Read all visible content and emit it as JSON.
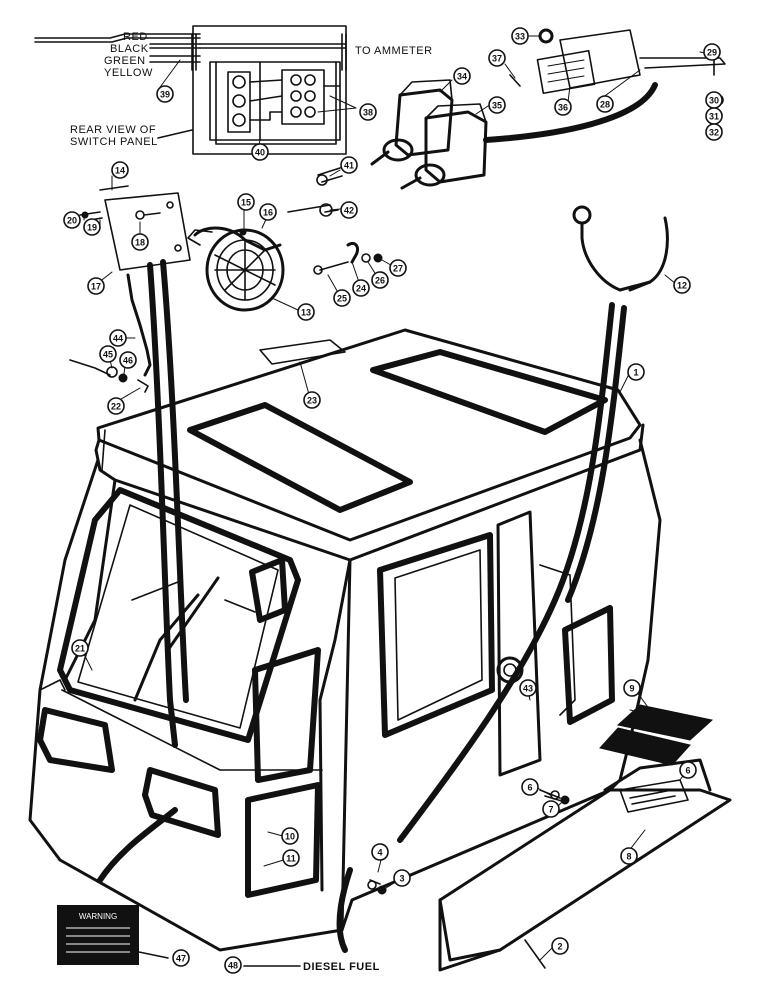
{
  "wire_labels": {
    "red": "RED",
    "black": "BLACK",
    "green": "GREEN",
    "yellow": "YELLOW",
    "to_ammeter": "TO AMMETER"
  },
  "switch_panel_label": {
    "line1": "REAR VIEW OF",
    "line2": "SWITCH PANEL"
  },
  "diesel_fuel_label": "DIESEL FUEL",
  "warning_decal": {
    "title": "WARNING"
  },
  "callouts": [
    {
      "id": "39",
      "text": "39"
    },
    {
      "id": "38",
      "text": "38"
    },
    {
      "id": "40",
      "text": "40"
    },
    {
      "id": "33",
      "text": "33"
    },
    {
      "id": "37",
      "text": "37"
    },
    {
      "id": "36",
      "text": "36"
    },
    {
      "id": "28",
      "text": "28"
    },
    {
      "id": "29",
      "text": "29"
    },
    {
      "id": "30",
      "text": "30"
    },
    {
      "id": "31",
      "text": "31"
    },
    {
      "id": "32",
      "text": "32"
    },
    {
      "id": "34",
      "text": "34"
    },
    {
      "id": "35",
      "text": "35"
    },
    {
      "id": "41",
      "text": "41"
    },
    {
      "id": "42",
      "text": "42"
    },
    {
      "id": "14",
      "text": "14"
    },
    {
      "id": "20",
      "text": "20"
    },
    {
      "id": "19",
      "text": "19"
    },
    {
      "id": "18",
      "text": "18"
    },
    {
      "id": "15",
      "text": "15"
    },
    {
      "id": "16",
      "text": "16"
    },
    {
      "id": "17",
      "text": "17"
    },
    {
      "id": "13",
      "text": "13"
    },
    {
      "id": "25",
      "text": "25"
    },
    {
      "id": "24",
      "text": "24"
    },
    {
      "id": "26",
      "text": "26"
    },
    {
      "id": "27",
      "text": "27"
    },
    {
      "id": "12",
      "text": "12"
    },
    {
      "id": "44",
      "text": "44"
    },
    {
      "id": "45",
      "text": "45"
    },
    {
      "id": "46",
      "text": "46"
    },
    {
      "id": "22",
      "text": "22"
    },
    {
      "id": "23",
      "text": "23"
    },
    {
      "id": "1",
      "text": "1"
    },
    {
      "id": "21",
      "text": "21"
    },
    {
      "id": "43",
      "text": "43"
    },
    {
      "id": "9",
      "text": "9"
    },
    {
      "id": "6a",
      "text": "6"
    },
    {
      "id": "7",
      "text": "7"
    },
    {
      "id": "6b",
      "text": "6"
    },
    {
      "id": "8",
      "text": "8"
    },
    {
      "id": "10",
      "text": "10"
    },
    {
      "id": "11",
      "text": "11"
    },
    {
      "id": "4",
      "text": "4"
    },
    {
      "id": "3",
      "text": "3"
    },
    {
      "id": "2",
      "text": "2"
    },
    {
      "id": "47",
      "text": "47"
    },
    {
      "id": "48",
      "text": "48"
    }
  ]
}
